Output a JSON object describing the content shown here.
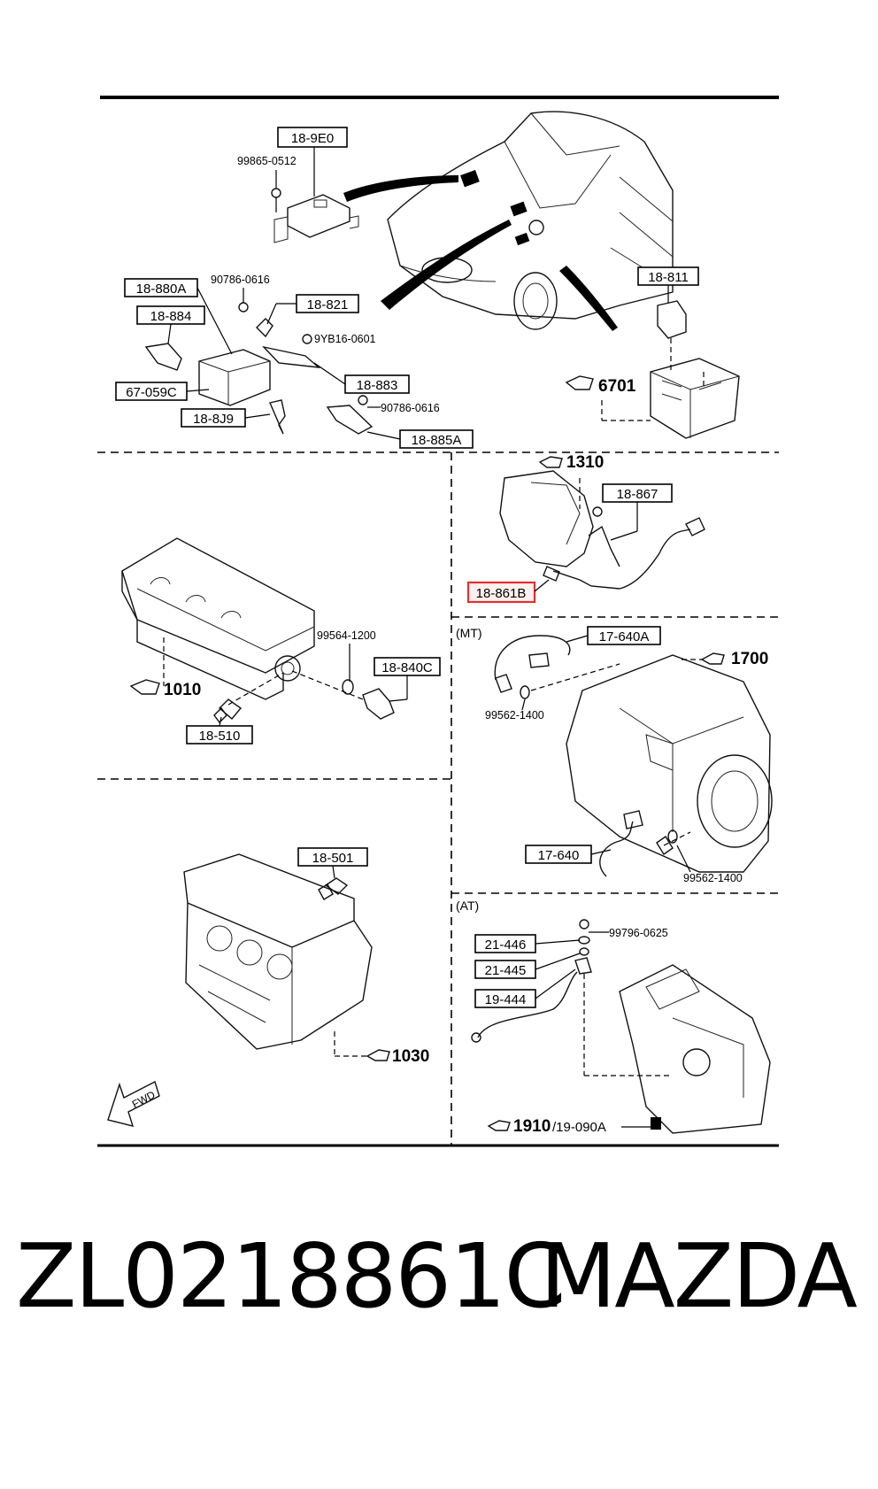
{
  "diagram": {
    "sections": {
      "mt": "(MT)",
      "at": "(AT)"
    },
    "labels": {
      "p_189e0": "18-9E0",
      "p_99865": "99865-0512",
      "p_90786a": "90786-0616",
      "p_188880a": "18-880A",
      "p_18821": "18-821",
      "p_18884": "18-884",
      "p_9yb16": "9YB16-0601",
      "p_18883": "18-883",
      "p_67059c": "67-059C",
      "p_90786b": "90786-0616",
      "p_188j9": "18-8J9",
      "p_18885a": "18-885A",
      "p_18811": "18-811",
      "ref_6701": "6701",
      "ref_1310": "1310",
      "p_18867": "18-867",
      "p_18861b": "18-861B",
      "ref_1010": "1010",
      "p_99564": "99564-1200",
      "p_18840c": "18-840C",
      "p_18510": "18-510",
      "p_17640a": "17-640A",
      "ref_1700": "1700",
      "p_99562a": "99562-1400",
      "p_17640": "17-640",
      "p_99562b": "99562-1400",
      "p_18501": "18-501",
      "ref_1030": "1030",
      "p_21446": "21-446",
      "p_99796": "99796-0625",
      "p_21445": "21-445",
      "p_19444": "19-444",
      "ref_1910": "1910",
      "ref_19090a": "/19-090A",
      "fwd": "FWD"
    },
    "highlight_color": "#e03030"
  },
  "footer": {
    "part_number": "ZL0218861C",
    "brand": "MAZDA"
  }
}
